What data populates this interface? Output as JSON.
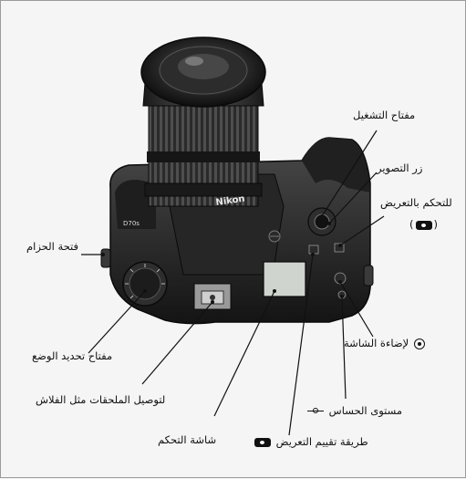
{
  "labels": {
    "power_switch": "مفتاح التشغيل",
    "shutter_button": "زر التصوير",
    "exposure_control": "للتحكم بالتعريض",
    "exposure_control_suffix": "(",
    "exposure_control_suffix_end": ")",
    "strap_eyelet": "فتحة الحزام",
    "lcd_illumination": "لإضاءة الشاشة",
    "mode_dial": "مفتاح تحديد الوضع",
    "accessory_shoe": "لتوصيل الملحقات مثل الفلاش",
    "sensitivity": "مستوى الحساس",
    "control_panel": "شاشة التحكم",
    "metering": "طريقة تقييم التعريض"
  },
  "camera": {
    "brand": "Nikon",
    "model": "D70s"
  },
  "icons": {
    "lcd_illumination": "sun-circle-icon",
    "sensitivity": "iso-sensitivity-icon",
    "metering": "metering-mode-icon",
    "exposure_control": "exposure-compensation-icon"
  },
  "colors": {
    "background": "#f5f5f5",
    "camera_dark": "#1a1a1a",
    "camera_mid": "#3a3a3a",
    "leader_line": "#111111"
  }
}
